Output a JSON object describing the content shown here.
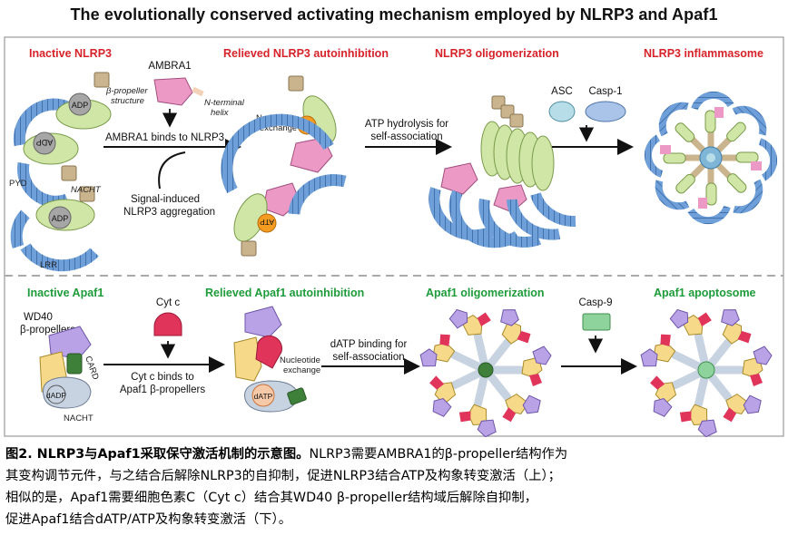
{
  "title": "The evolutionally conserved activating mechanism employed by NLRP3 and Apaf1",
  "colors": {
    "panel_border": "#999999",
    "heading_red": "#d7222a",
    "heading_green": "#1e9b3a",
    "nacht_green": "#cfe6a6",
    "lrr_blue": "#6f9fd8",
    "pyd_tan": "#c9b48e",
    "ambra1_pink": "#ec9ac5",
    "atp_orange": "#f39c21",
    "adp_gray": "#a6a6a6",
    "asc_teal": "#b7dde8",
    "casp1_blue": "#a9c4e8",
    "wd40_purple": "#b9a3e6",
    "beta_yellow": "#f6da8a",
    "cytc_red": "#e0345a",
    "card_green": "#3e7f3a",
    "casp9_green": "#8fd39c",
    "apaf_nacht": "#c8d3e2"
  },
  "nlrp3": {
    "headings": {
      "inactive": "Inactive NLRP3",
      "relieved": "Relieved NLRP3 autoinhibition",
      "oligomerization": "NLRP3 oligomerization",
      "inflammasome": "NLRP3 inflammasome"
    },
    "labels": {
      "ambra1": "AMBRA1",
      "beta_propeller_1": "β-propeller",
      "beta_propeller_2": "structure",
      "n_terminal_1": "N-terminal",
      "n_terminal_2": "helix",
      "ambra1_binds": "AMBRA1 binds to NLRP3",
      "signal_1": "Signal-induced",
      "signal_2": "NLRP3 aggregation",
      "pyd": "PYD",
      "nacht": "NACHT",
      "lrr": "LRR",
      "adp": "ADP",
      "atp": "ATP",
      "nucleotide_1": "Nucleotide",
      "nucleotide_2": "exchange",
      "hydrolysis_1": "ATP hydrolysis for",
      "hydrolysis_2": "self-association",
      "asc": "ASC",
      "casp1": "Casp-1"
    }
  },
  "apaf1": {
    "headings": {
      "inactive": "Inactive Apaf1",
      "relieved": "Relieved Apaf1 autoinhibition",
      "oligomerization": "Apaf1 oligomerization",
      "apoptosome": "Apaf1 apoptosome"
    },
    "labels": {
      "wd40_1": "WD40",
      "wd40_2": "β-propellers",
      "card": "CARD",
      "dadp": "dADP",
      "nacht": "NACHT",
      "cytc": "Cyt c",
      "cytc_binds_1": "Cyt c binds to",
      "cytc_binds_2": "Apaf1 β-propellers",
      "nucleotide_1": "Nucleotide",
      "nucleotide_2": "exchange",
      "datp": "dATP",
      "datp_binding_1": "dATP binding for",
      "datp_binding_2": "self-association",
      "casp9": "Casp-9"
    }
  },
  "caption": {
    "line1_bold": "图2. NLRP3与Apaf1采取保守激活机制的示意图。",
    "line1_rest": "NLRP3需要AMBRA1的β-propeller结构作为",
    "line2": "其变构调节元件，与之结合后解除NLRP3的自抑制，促进NLRP3结合ATP及构象转变激活（上）；",
    "line3": "相似的是，Apaf1需要细胞色素C（Cyt c）结合其WD40 β-propeller结构域后解除自抑制，",
    "line4": "促进Apaf1结合dATP/ATP及构象转变激活（下）。"
  }
}
